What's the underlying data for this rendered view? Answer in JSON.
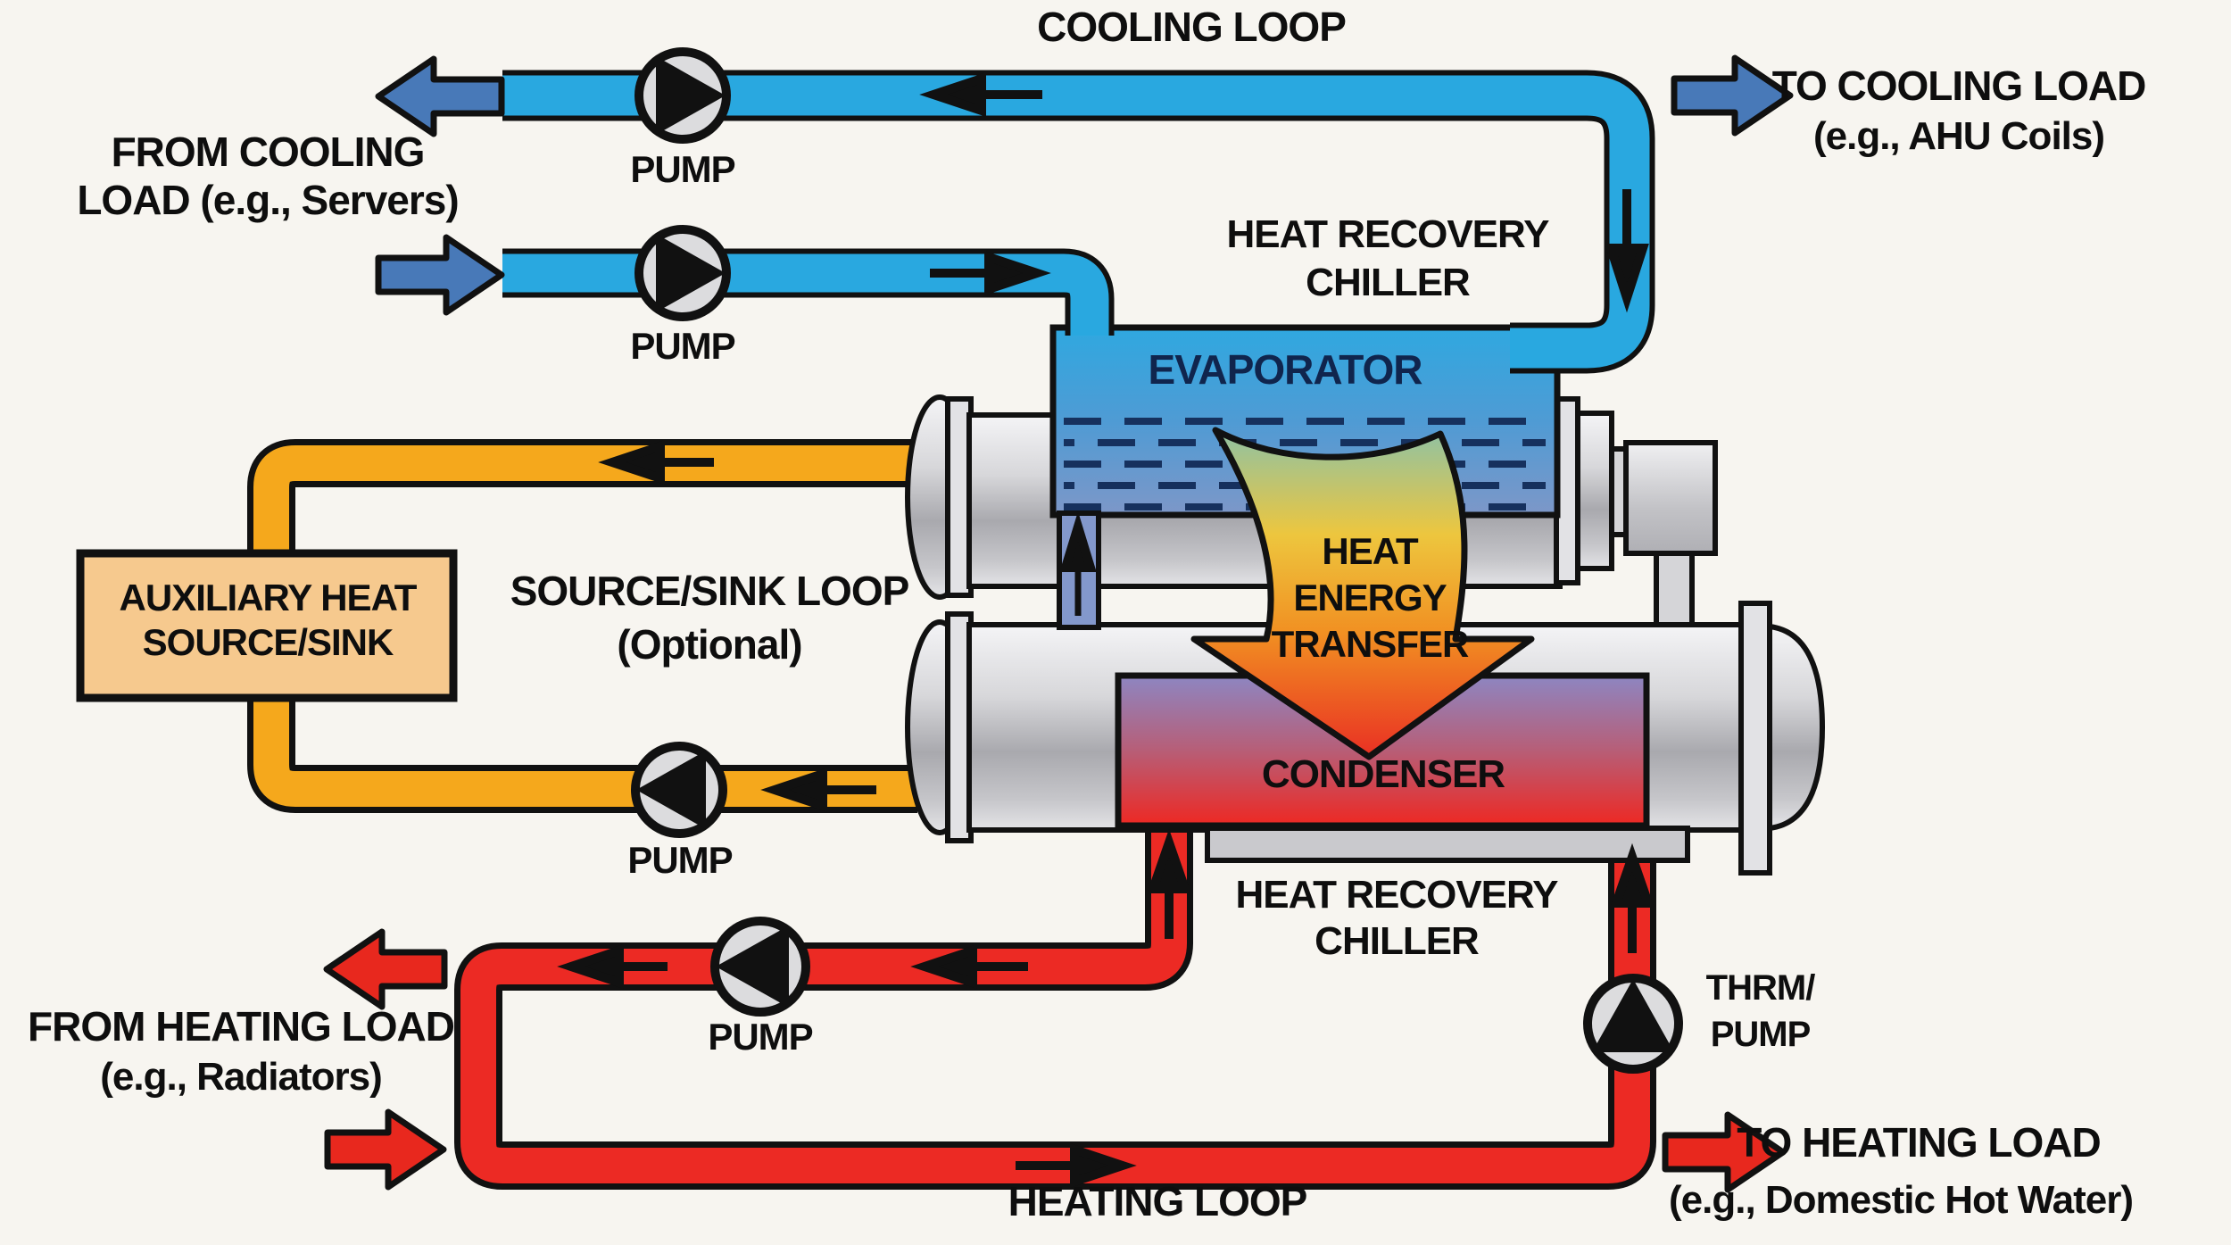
{
  "diagram": {
    "cooling_loop": {
      "title": "COOLING LOOP",
      "from_line1": "FROM COOLING",
      "from_line2": "LOAD (e.g., Servers)",
      "to_line1": "TO COOLING LOAD",
      "to_line2": "(e.g., AHU Coils)",
      "pump_return_label": "PUMP",
      "pump_supply_label": "PUMP"
    },
    "chiller_top": {
      "line1": "HEAT RECOVERY",
      "line2": "CHILLER",
      "evaporator": "EVAPORATOR"
    },
    "heat_transfer": {
      "line1": "HEAT",
      "line2": "ENERGY",
      "line3": "TRANSFER"
    },
    "chiller_bottom": {
      "condenser": "CONDENSER",
      "line1": "HEAT RECOVERY",
      "line2": "CHILLER"
    },
    "source_sink_loop": {
      "aux_line1": "AUXILIARY HEAT",
      "aux_line2": "SOURCE/SINK",
      "label_line1": "SOURCE/SINK LOOP",
      "label_line2": "(Optional)",
      "pump_label": "PUMP"
    },
    "heating_loop": {
      "title": "HEATING LOOP",
      "from_line1": "FROM HEATING LOAD",
      "from_line2": "(e.g., Radiators)",
      "to_line1": "TO HEATING LOAD",
      "to_line2": "(e.g., Domestic Hot Water)",
      "pump_label": "PUMP",
      "right_pump_line1": "THRM/",
      "right_pump_line2": "PUMP"
    }
  },
  "icons": {
    "pump_symbol": "circle-with-triangle",
    "flow_arrow": "black-arrow",
    "port_arrow": "block-arrow"
  },
  "colors": {
    "cooling-pipe": "#29A8E0",
    "heating-pipe": "#EC2A24",
    "source-sink-pipe": "#F5A81C",
    "aux-box-fill": "#F6C98E",
    "evaporator-top": "#2FA8E0",
    "evaporator-bottom": "#7D97C8",
    "condenser-top": "#8D86C2",
    "condenser-bottom": "#EE2823",
    "vessel-gray": "#C9C9CD",
    "port-arrow-blue": "#4879B8",
    "port-arrow-red": "#E8281E",
    "heat-arrow-teal": "#8FC2A4",
    "heat-arrow-yellow": "#EDC63E",
    "heat-arrow-orange": "#F19022",
    "heat-arrow-red": "#E93023",
    "outline": "#111111"
  }
}
